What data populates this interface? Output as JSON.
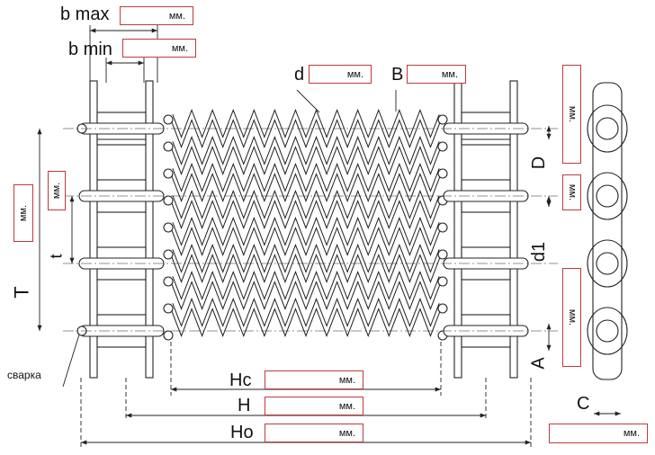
{
  "labels": {
    "b_max": "b max",
    "b_min": "b min",
    "d": "d",
    "B": "B",
    "T": "T",
    "t": "t",
    "D": "D",
    "d1": "d1",
    "A": "A",
    "C": "C",
    "Hc": "Hc",
    "H": "H",
    "Ho": "Ho",
    "weld": "сварка"
  },
  "unit": "мм.",
  "colors": {
    "field_border": "#c0393b",
    "line": "#222222"
  }
}
